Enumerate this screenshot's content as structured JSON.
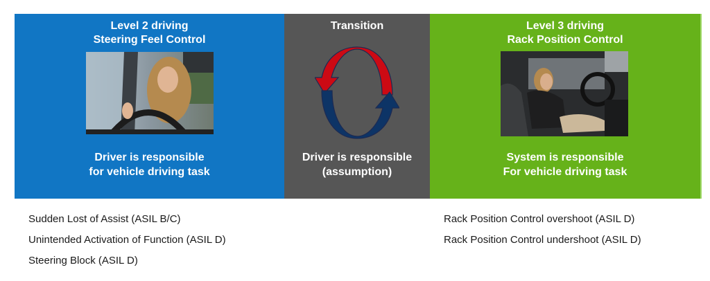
{
  "panels": {
    "level2": {
      "title_line1": "Level 2 driving",
      "title_line2": "Steering Feel Control",
      "footer_line1": "Driver is responsible",
      "footer_line2": "for vehicle driving task",
      "color": "#1176c4",
      "image": "woman-driving-hands-on-wheel-photo"
    },
    "transition": {
      "title": "Transition",
      "footer_line1": "Driver is responsible",
      "footer_line2": "(assumption)",
      "color": "#565656",
      "icon": "cycle-arrows-icon",
      "arrow_colors": {
        "top": "#cc0a14",
        "bottom": "#0d3466"
      }
    },
    "level3": {
      "title_line1": "Level 3 driving",
      "title_line2": "Rack Position Control",
      "footer_line1": "System is responsible",
      "footer_line2": "For vehicle driving task",
      "color": "#66b21a",
      "image": "woman-on-phone-autonomous-car-photo"
    }
  },
  "hazards": {
    "level2": [
      "Sudden Lost of Assist (ASIL B/C)",
      "Unintended Activation of Function (ASIL D)",
      "Steering Block (ASIL D)"
    ],
    "level3": [
      "Rack Position Control overshoot (ASIL D)",
      "Rack Position Control undershoot (ASIL D)"
    ]
  }
}
